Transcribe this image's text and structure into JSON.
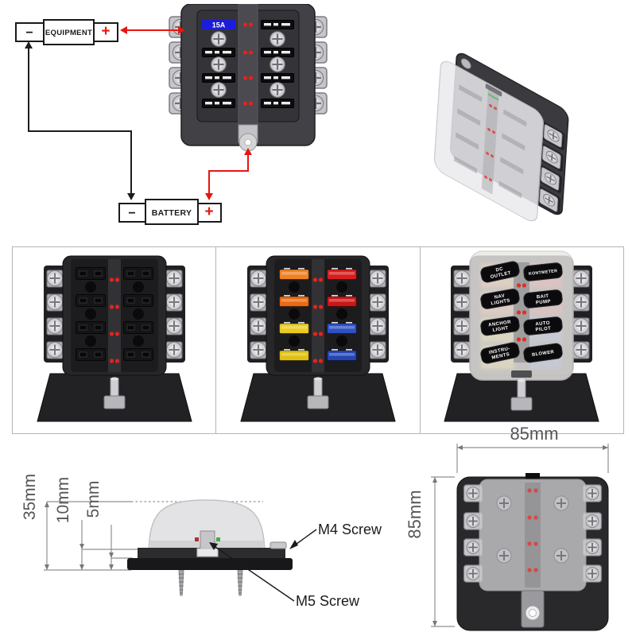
{
  "wiring_diagram": {
    "equipment_label": "EQUIPMENT",
    "battery_label": "BATTERY",
    "plus_symbol": "+",
    "minus_symbol": "−",
    "fuse_rating_label": "15A",
    "positive_wire_color": "#e81510",
    "negative_wire_color": "#1c1c1c",
    "fuse_rating_bg_color": "#1c1cdb",
    "led_color": "#e6231a"
  },
  "gallery": {
    "fuse_colors_left": [
      "#f08223",
      "#e96a12",
      "#e9cb1f",
      "#dfc013"
    ],
    "fuse_colors_right": [
      "#d81d1d",
      "#cb1616",
      "#2d50c5",
      "#2545b5"
    ],
    "cover_labels_left": [
      [
        "DC",
        "OUTLET"
      ],
      [
        "NAV",
        "LIGHTS"
      ],
      [
        "ANCHOR",
        "LIGHT"
      ],
      [
        "INSTRU-",
        "MENTS"
      ]
    ],
    "cover_labels_right": [
      [
        "KONTMETER"
      ],
      [
        "BAIT",
        "PUMP"
      ],
      [
        "AUTO",
        "PILOT"
      ],
      [
        "BLOWER"
      ]
    ]
  },
  "dimensions": {
    "total_height": "35mm",
    "base_height": "10mm",
    "lip_height": "5mm",
    "m4_label": "M4 Screw",
    "m5_label": "M5 Screw",
    "top_width": "85mm",
    "side_height": "85mm"
  }
}
